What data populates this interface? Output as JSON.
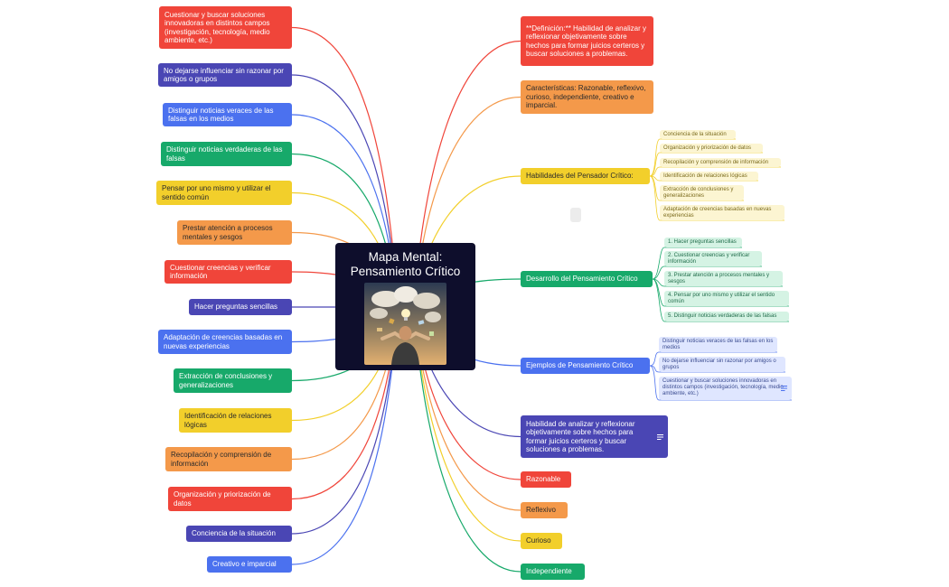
{
  "center": {
    "title_line1": "Mapa Mental:",
    "title_line2": "Pensamiento Crítico",
    "image": "person-thinking-illustration"
  },
  "left_nodes": [
    {
      "text": "Cuestionar y buscar soluciones innovadoras en distintos campos (investigación, tecnología, medio ambiente, etc.)"
    },
    {
      "text": "No dejarse influenciar sin razonar por amigos o grupos"
    },
    {
      "text": "Distinguir noticias veraces de las falsas en los medios"
    },
    {
      "text": "Distinguir noticias verdaderas de las falsas"
    },
    {
      "text": "Pensar por uno mismo y utilizar el sentido común"
    },
    {
      "text": "Prestar atención a procesos mentales y sesgos"
    },
    {
      "text": "Cuestionar creencias y verificar información"
    },
    {
      "text": "Hacer preguntas sencillas"
    },
    {
      "text": "Adaptación de creencias basadas en nuevas experiencias"
    },
    {
      "text": "Extracción de conclusiones y generalizaciones"
    },
    {
      "text": "Identificación de relaciones lógicas"
    },
    {
      "text": "Recopilación y comprensión de información"
    },
    {
      "text": "Organización y priorización de datos"
    },
    {
      "text": "Conciencia de la situación"
    },
    {
      "text": "Creativo e imparcial"
    }
  ],
  "right_nodes": [
    {
      "text": "**Definición:** Habilidad de analizar y reflexionar objetivamente sobre hechos para formar juicios certeros y buscar soluciones a problemas."
    },
    {
      "text": "Características: Razonable, reflexivo, curioso, independiente, creativo e imparcial."
    },
    {
      "text": "Habilidades del Pensador Crítico:"
    },
    {
      "text": "Desarrollo del Pensamiento Crítico"
    },
    {
      "text": "Ejemplos de Pensamiento Crítico"
    },
    {
      "text": "Habilidad de analizar y reflexionar objetivamente sobre hechos para formar juicios certeros y buscar soluciones a problemas."
    },
    {
      "text": "Razonable"
    },
    {
      "text": "Reflexivo"
    },
    {
      "text": "Curioso"
    },
    {
      "text": "Independiente"
    }
  ],
  "habilidades_sub": [
    {
      "text": "Conciencia de la situación"
    },
    {
      "text": "Organización y priorización de datos"
    },
    {
      "text": "Recopilación y comprensión de información"
    },
    {
      "text": "Identificación de relaciones lógicas"
    },
    {
      "text": "Extracción de conclusiones y generalizaciones"
    },
    {
      "text": "Adaptación de creencias basadas en nuevas experiencias"
    }
  ],
  "desarrollo_sub": [
    {
      "text": "1. Hacer preguntas sencillas"
    },
    {
      "text": "2. Cuestionar creencias y verificar información"
    },
    {
      "text": "3. Prestar atención a procesos mentales y sesgos"
    },
    {
      "text": "4. Pensar por uno mismo y utilizar el sentido común"
    },
    {
      "text": "5. Distinguir noticias verdaderas de las falsas"
    }
  ],
  "ejemplos_sub": [
    {
      "text": "Distinguir noticias veraces de las falsas en los medios"
    },
    {
      "text": "No dejarse influenciar sin razonar por amigos o grupos"
    },
    {
      "text": "Cuestionar y buscar soluciones innovadoras en distintos campos (investigación, tecnología, medio ambiente, etc.)"
    }
  ],
  "colors": {
    "red": "#f0453a",
    "navy": "#4a46b4",
    "blue": "#4b71ef",
    "green": "#17a96a",
    "yellow": "#f2cf2b",
    "orange": "#f4994a",
    "center_bg": "#0e0e2c"
  },
  "icons": [
    "note-icon"
  ]
}
